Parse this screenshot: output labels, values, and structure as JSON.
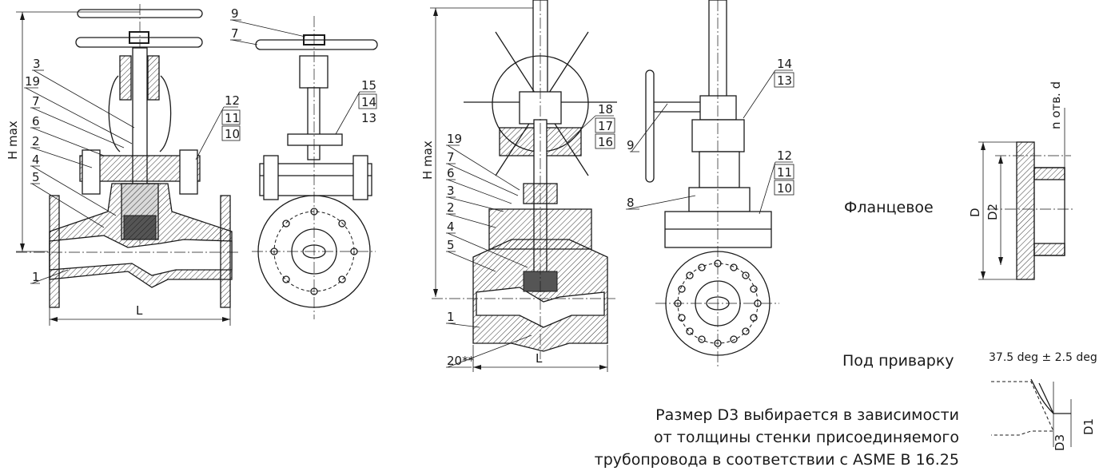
{
  "dimensions": {
    "h_max": "H max",
    "l": "L",
    "d": "D",
    "d1": "D1",
    "d2": "D2",
    "d3": "D3",
    "holes": "n отв. d",
    "bevel": "37.5 deg ± 2.5 deg"
  },
  "callouts_left": [
    "1",
    "2",
    "3",
    "4",
    "5",
    "6",
    "7",
    "19",
    "12",
    "11",
    "10"
  ],
  "callouts_left_side": [
    "9",
    "7",
    "15",
    "14",
    "13"
  ],
  "callouts_mid": [
    "1",
    "2",
    "3",
    "4",
    "5",
    "6",
    "7",
    "19",
    "18",
    "17",
    "16",
    "20**"
  ],
  "callouts_right": [
    "9",
    "14",
    "13",
    "8",
    "12",
    "11",
    "10"
  ],
  "labels": {
    "flanged": "Фланцевое",
    "welded": "Под приварку"
  },
  "note": {
    "line1": "Размер D3 выбирается в зависимости",
    "line2": "от толщины стенки присоединяемого",
    "line3": "трубопровода в соответствии с ASME B 16.25"
  }
}
